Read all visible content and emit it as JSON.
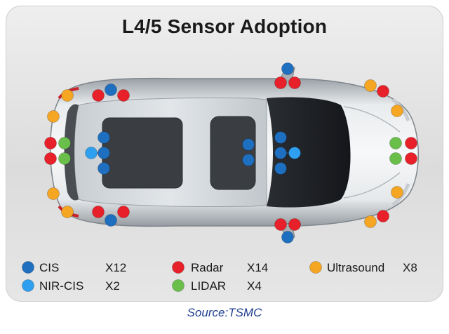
{
  "title": "L4/5 Sensor Adoption",
  "source": "Source:TSMC",
  "colors": {
    "cis": "#1f6fc0",
    "nir_cis": "#2fa0f0",
    "radar": "#e8202a",
    "lidar": "#6abf4b",
    "ultrasound": "#f5a623"
  },
  "legend": [
    {
      "key": "cis",
      "label": "CIS",
      "count": "X12"
    },
    {
      "key": "nir_cis",
      "label": "NIR-CIS",
      "count": "X2"
    },
    {
      "key": "radar",
      "label": "Radar",
      "count": "X14"
    },
    {
      "key": "lidar",
      "label": "LIDAR",
      "count": "X4"
    },
    {
      "key": "ultrasound",
      "label": "Ultrasound",
      "count": "X8"
    }
  ]
}
